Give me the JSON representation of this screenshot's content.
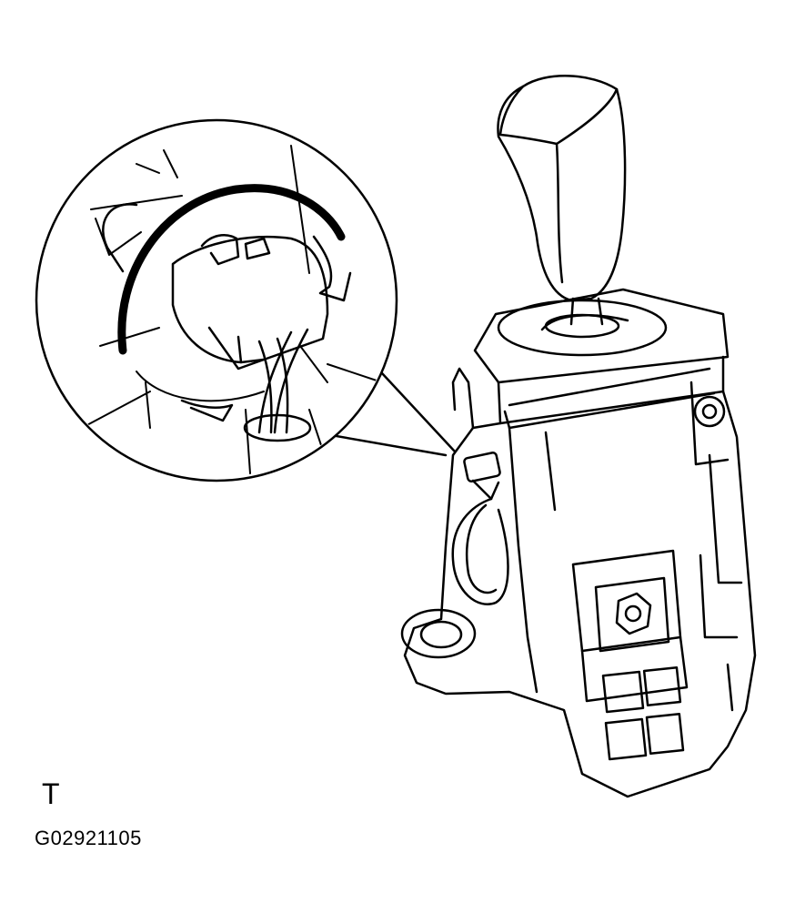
{
  "figure": {
    "orientation_mark": "T",
    "figure_id": "G02921105"
  },
  "colors": {
    "line": "#000000",
    "background": "#ffffff"
  },
  "icons": {
    "rotate_arrow": "curved-rotation-arrow",
    "connector": "electrical-connector",
    "detail_callout": "magnified-detail-circle"
  }
}
